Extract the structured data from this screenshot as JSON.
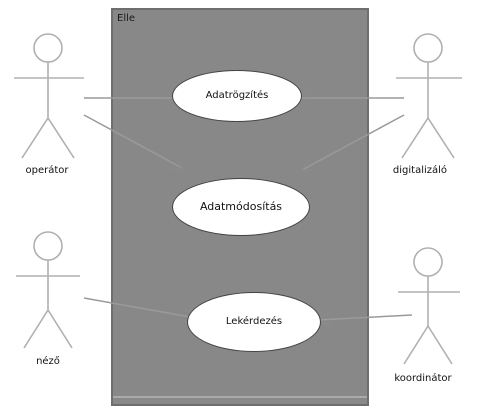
{
  "system": {
    "title": "Elle"
  },
  "use_cases": {
    "top": "Adatrögzítés",
    "middle": "Adatmódosítás",
    "bottom": "Lekérdezés"
  },
  "actors": {
    "operator": "operátor",
    "digitalizalo": "digitalizáló",
    "nezo": "néző",
    "koordinator": "koordinátor"
  },
  "colors": {
    "system_fill": "#888888",
    "line": "#9a9a9a",
    "actor_stroke": "#b0b0b0"
  }
}
